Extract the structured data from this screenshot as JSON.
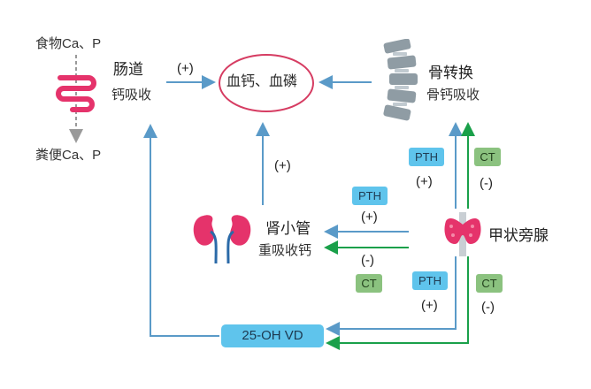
{
  "labels": {
    "food": "食物Ca、P",
    "feces": "粪便Ca、P",
    "intestine_title": "肠道",
    "intestine_sub": "钙吸收",
    "blood": "血钙、血磷",
    "bone_title": "骨转换",
    "bone_sub": "骨钙吸收",
    "kidney_title": "肾小管",
    "kidney_sub": "重吸收钙",
    "parathyroid_title": "甲状旁腺",
    "vitd": "25-OH VD"
  },
  "signs": {
    "intestine_to_blood": "(+)",
    "kidney_to_blood": "(+)",
    "pth_bone": "(+)",
    "ct_bone": "(-)",
    "pth_kidney": "(+)",
    "ct_kidney": "(-)",
    "pth_vd": "(+)",
    "ct_vd": "(-)"
  },
  "tags": {
    "pth_bone": "PTH",
    "ct_bone": "CT",
    "pth_kidney": "PTH",
    "ct_kidney": "CT",
    "pth_vd": "PTH",
    "ct_vd": "CT"
  },
  "colors": {
    "blue_arrow": "#5a9ac8",
    "green_arrow": "#1aa04a",
    "pth_fill": "#5fc4ec",
    "ct_fill": "#8bc27f",
    "blood_ring": "#d63c62",
    "organ_red": "#e5336b",
    "bone_gray": "#8f9ca4"
  },
  "icons": [
    "intestine-icon",
    "bone-spine-icon",
    "kidney-icon",
    "thyroid-icon"
  ]
}
